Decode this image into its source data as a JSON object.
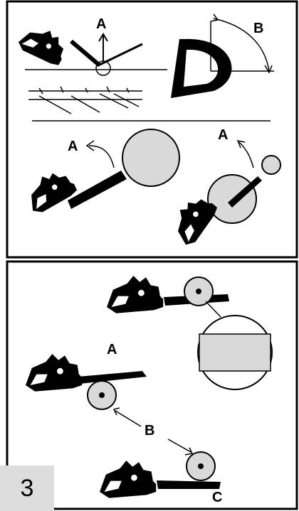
{
  "page_number": "3",
  "panel1": {
    "notch_label": "A",
    "angle_label": "B",
    "push_label_left": "A",
    "push_label_right": "A"
  },
  "panel2": {
    "label_a": "A",
    "label_b": "B",
    "label_c": "C"
  },
  "colors": {
    "ink": "#000000",
    "log_fill": "#d9d9d9",
    "page_box": "#dcdcdc"
  }
}
